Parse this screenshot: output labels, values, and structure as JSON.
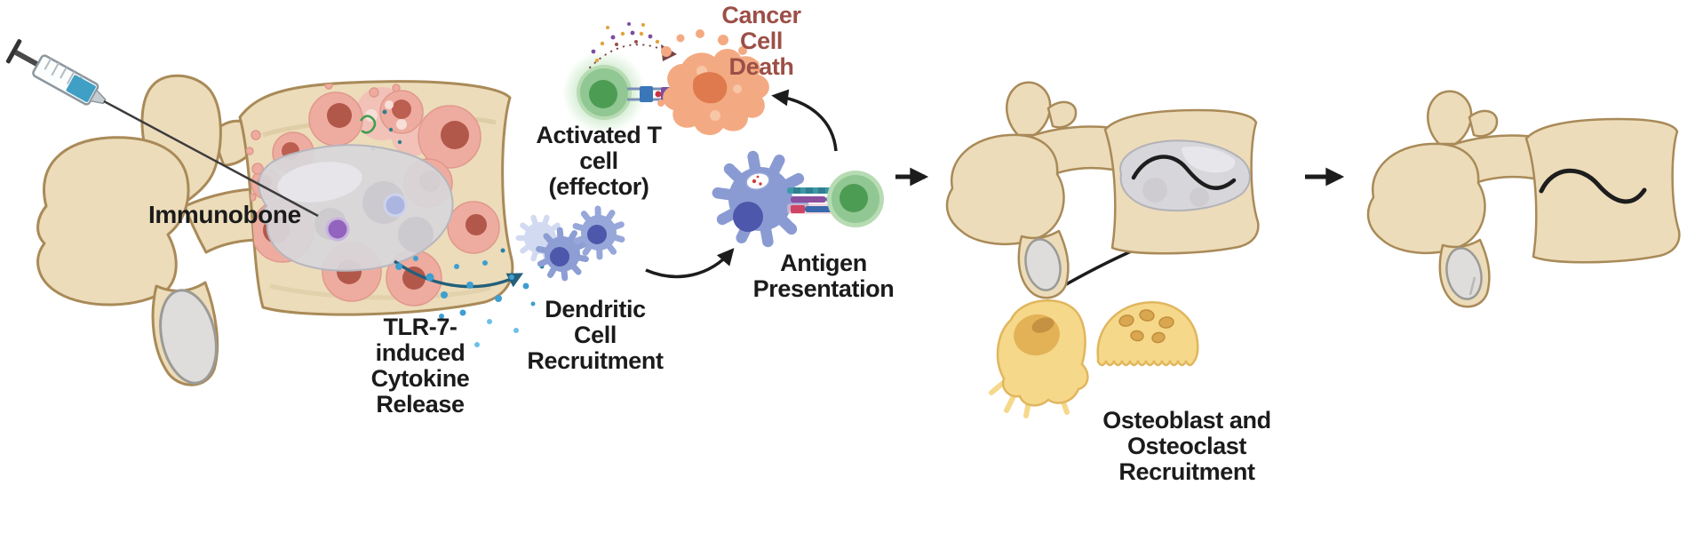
{
  "canvas": {
    "background": "#ffffff"
  },
  "labels": {
    "immunobone": {
      "text": "Immunobone",
      "color": "#1b1b1b"
    },
    "tlr7": {
      "lines": [
        "TLR-7-",
        "induced",
        "Cytokine",
        "Release"
      ],
      "color": "#1b1b1b"
    },
    "dendritic": {
      "lines": [
        "Dendritic",
        "Cell",
        "Recruitment"
      ],
      "color": "#1b1b1b"
    },
    "activated_t": {
      "lines": [
        "Activated T",
        "cell",
        "(effector)"
      ],
      "color": "#1b1b1b"
    },
    "cancer_death": {
      "lines": [
        "Cancer",
        "Cell",
        "Death"
      ],
      "color": "#9c4f47"
    },
    "antigen": {
      "lines": [
        "Antigen",
        "Presentation"
      ],
      "color": "#1b1b1b"
    },
    "osteo": {
      "lines": [
        "Osteoblast and",
        "Osteoclast",
        "Recruitment"
      ],
      "color": "#1b1b1b"
    }
  },
  "colors": {
    "bone": "#ecdcba",
    "bone_outline": "#a98a58",
    "facet_grey": "#dedddb",
    "tumor_cell": "#eeaca0",
    "tumor_nucleus": "#b2584a",
    "bone_graft": "#d7d6da",
    "syringe_liquid": "#3f9fc4",
    "cytokine_dot": "#3e9fd0",
    "cytokine_arrow": "#23607b",
    "dendritic_cell": "#8d9ed4",
    "dendritic_nucleus": "#4d57ab",
    "t_cell": "#90c793",
    "t_cell_nucleus": "#4d9c53",
    "dying_cancer_cell": "#f3aa82",
    "dying_nucleus": "#df7a4e",
    "osteo_cell": "#f5d88a",
    "osteo_outline": "#e0b65e",
    "arrow_black": "#1c1c1c",
    "receptor_teal": "#3d98a8",
    "receptor_purple": "#8a4f9e",
    "receptor_red": "#cf4465",
    "receptor_blue": "#3a6aad"
  },
  "icons": [
    "syringe-icon",
    "vertebra-icon",
    "tumor-cells-icon",
    "bone-graft-icon",
    "cytokine-dots-icon",
    "dendritic-cell-icon",
    "activated-t-cell-icon",
    "dying-cancer-cell-icon",
    "antigen-receptor-icon",
    "naive-t-cell-icon",
    "osteoblast-icon",
    "osteoclast-icon",
    "arrow-icon",
    "squiggle-line-icon"
  ]
}
